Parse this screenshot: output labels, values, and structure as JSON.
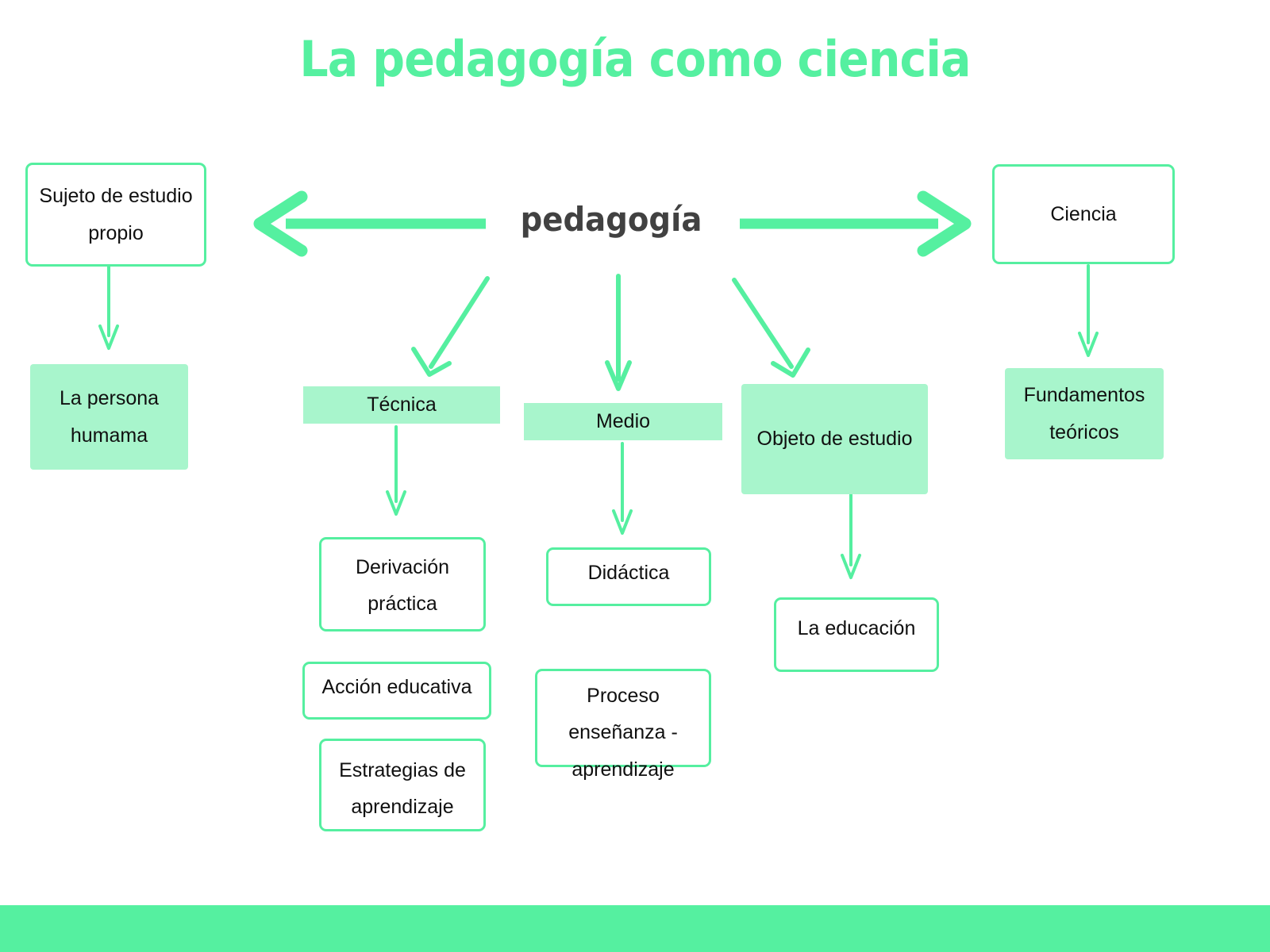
{
  "page": {
    "title": "La pedagogía como ciencia",
    "background": "#FFFFFF",
    "accent_green": "#55F0A0",
    "outline_green": "#55EFA0",
    "fill_green": "#A8F5CC",
    "text_dark": "#414141",
    "text_body": "#101010"
  },
  "hub": {
    "label": "pedagogía"
  },
  "nodes": {
    "sujeto_estudio_propio": {
      "label": "Sujeto de estudio propio",
      "style": "outline"
    },
    "la_persona_humama": {
      "label": "La persona humama",
      "style": "filled"
    },
    "ciencia": {
      "label": "Ciencia",
      "style": "outline"
    },
    "fundamentos_teoricos": {
      "label": "Fundamentos teóricos",
      "style": "filled"
    },
    "tecnica": {
      "label": "Técnica",
      "style": "filled"
    },
    "medio": {
      "label": "Medio",
      "style": "filled"
    },
    "objeto_de_estudio": {
      "label": "Objeto de estudio",
      "style": "filled"
    },
    "derivacion_practica": {
      "label": "Derivación práctica",
      "style": "outline"
    },
    "accion_educativa": {
      "label": "Acción educativa",
      "style": "outline"
    },
    "estrategias_de_aprendizaje": {
      "label": "Estrategias de aprendizaje",
      "style": "outline"
    },
    "didactica": {
      "label": "Didáctica",
      "style": "outline"
    },
    "proceso_ensenanza_aprendizaje": {
      "label": "Proceso enseñanza - aprendizaje",
      "style": "outline"
    },
    "la_educacion": {
      "label": "La educación",
      "style": "outline"
    }
  },
  "connections": [
    {
      "from": "pedagogía",
      "to": "Sujeto de estudio propio",
      "direction": "left"
    },
    {
      "from": "pedagogía",
      "to": "Ciencia",
      "direction": "right"
    },
    {
      "from": "pedagogía",
      "to": "Técnica",
      "direction": "down-left"
    },
    {
      "from": "pedagogía",
      "to": "Medio",
      "direction": "down"
    },
    {
      "from": "pedagogía",
      "to": "Objeto de estudio",
      "direction": "down-right"
    },
    {
      "from": "Sujeto de estudio propio",
      "to": "La persona humama",
      "direction": "down"
    },
    {
      "from": "Ciencia",
      "to": "Fundamentos teóricos",
      "direction": "down"
    },
    {
      "from": "Técnica",
      "to": "Derivación práctica",
      "direction": "down"
    },
    {
      "from": "Medio",
      "to": "Didáctica",
      "direction": "down"
    },
    {
      "from": "Objeto de estudio",
      "to": "La educación",
      "direction": "down"
    }
  ]
}
